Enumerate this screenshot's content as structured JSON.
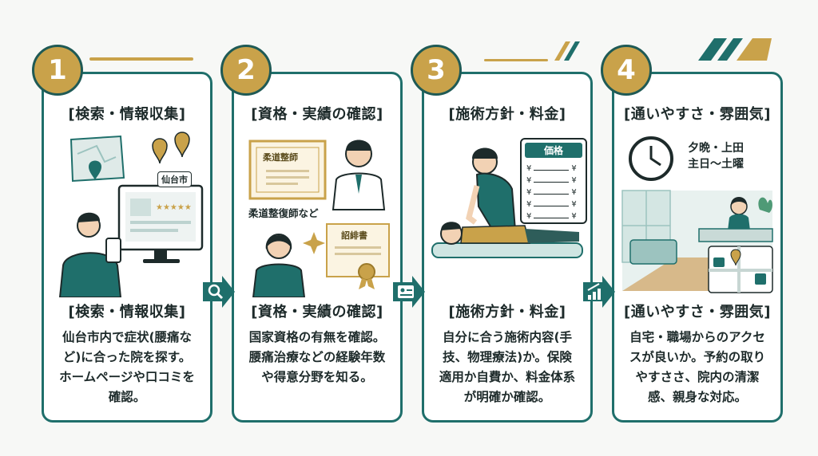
{
  "steps": [
    {
      "number": "1",
      "title": "[検索・情報収集]",
      "heading": "[検索・情報収集]",
      "description": "仙台市内で症状(腰痛など)に合った院を探す。ホームページや口コミを確認。",
      "map_label": "仙台市"
    },
    {
      "number": "2",
      "title": "[資格・実績の確認]",
      "heading": "[資格・実績の確認]",
      "description": "国家資格の有無を確認。腰痛治療などの経験年数や得意分野を知る。",
      "certificate_label": "柔道整師",
      "license_caption": "柔道整復師など",
      "diploma_label": "詔緋書"
    },
    {
      "number": "3",
      "title": "[施術方針・料金]",
      "heading": "[施術方針・料金]",
      "description": "自分に合う施術内容(手技、物理療法)か。保険適用か自費か、料金体系が明確か確認。",
      "price_title": "価格",
      "price_rows": [
        "¥",
        "¥",
        "¥",
        "¥",
        "¥"
      ]
    },
    {
      "number": "4",
      "title": "[通いやすさ・雰囲気]",
      "heading": "[通いやすさ・雰囲気]",
      "description": "自宅・職場からのアクセスが良いか。予約の取りやすささ、院内の清潔感、親身な対応。",
      "hours_line1": "夕晩・上田",
      "hours_line2": "主日〜土曜"
    }
  ],
  "colors": {
    "teal": "#1f6f6b",
    "gold": "#c9a24a"
  },
  "icons": [
    "magnifier-icon",
    "id-card-icon",
    "growth-chart-icon"
  ]
}
